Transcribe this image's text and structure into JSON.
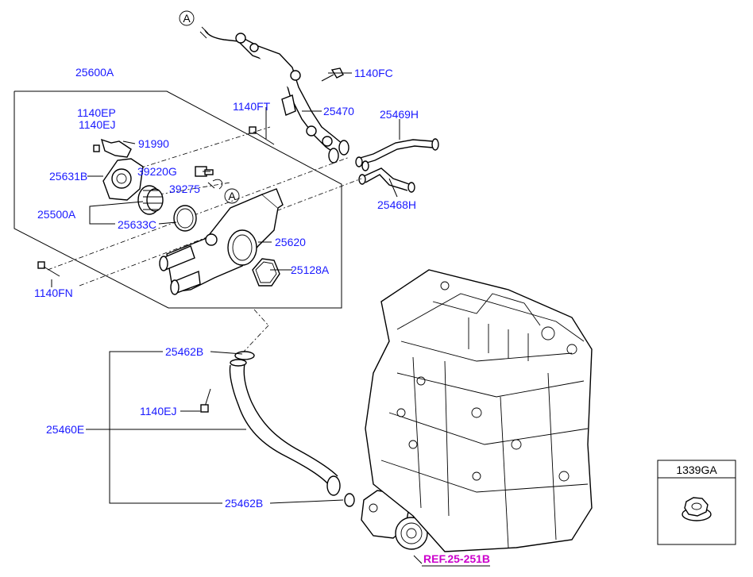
{
  "diagram": {
    "callouts": {
      "circle_a_top": "A",
      "circle_a_mid": "A",
      "p1140FC": "1140FC",
      "p1140FT": "1140FT",
      "p25470": "25470",
      "p25469H": "25469H",
      "p25468H": "25468H",
      "p25600A": "25600A",
      "p1140EP": "1140EP",
      "p1140EJ_top": "1140EJ",
      "p91990": "91990",
      "p25631B": "25631B",
      "p39220G": "39220G",
      "p39275": "39275",
      "p25500A": "25500A",
      "p25633C": "25633C",
      "p25620": "25620",
      "p25128A": "25128A",
      "p1140FN": "1140FN",
      "p25462B_top": "25462B",
      "p1140EJ_low": "1140EJ",
      "p25460E": "25460E",
      "p25462B_bot": "25462B",
      "p1339GA": "1339GA",
      "ref": "REF.25-251B"
    },
    "colors": {
      "label": "#1a1aff",
      "ref": "#cc00cc",
      "line": "#000000"
    }
  }
}
